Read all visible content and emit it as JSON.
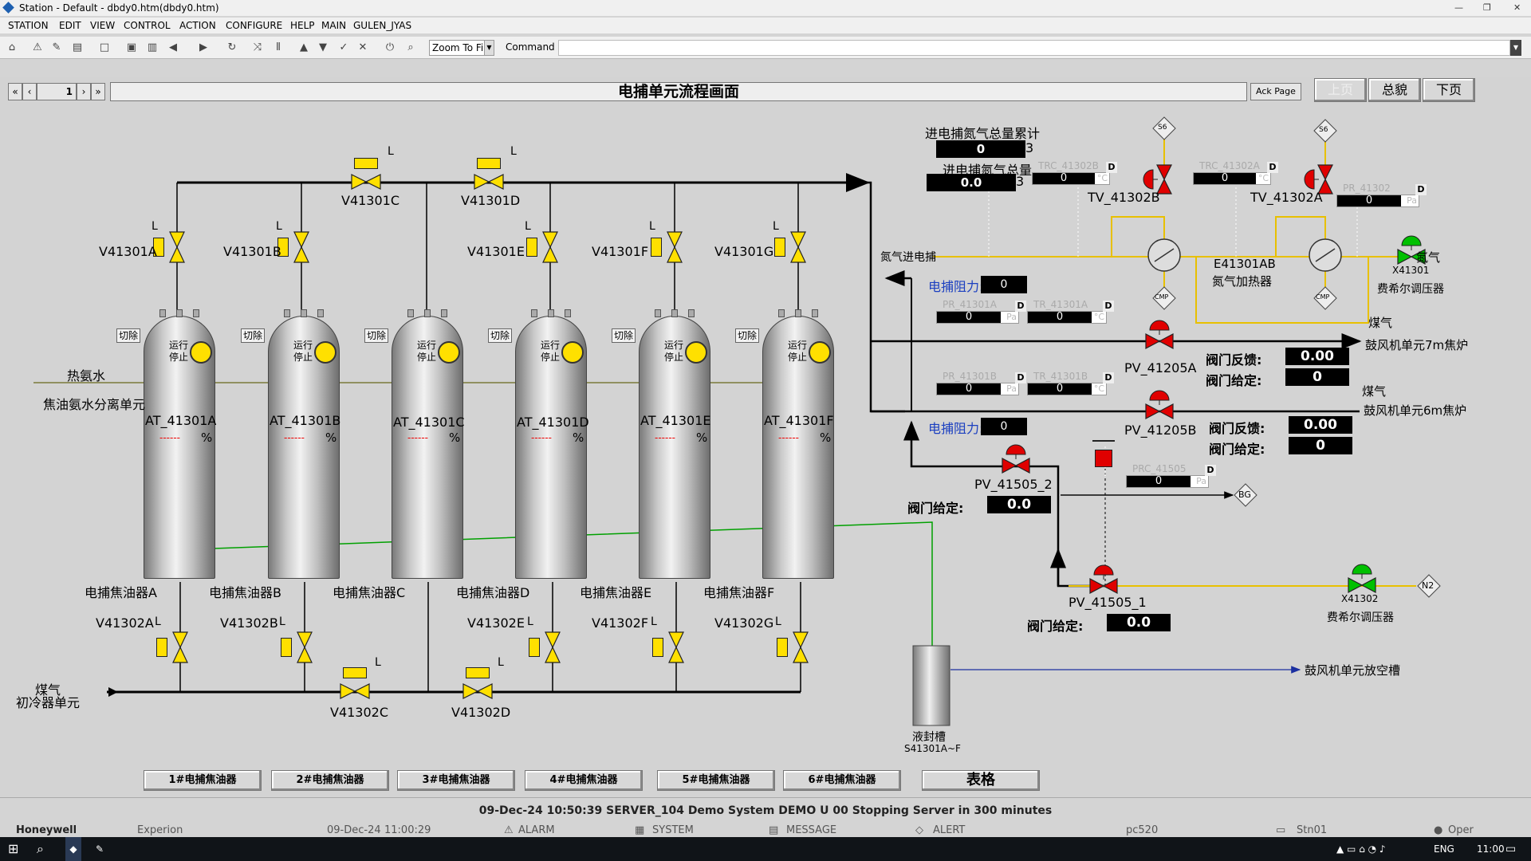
{
  "window": {
    "title": "Station - Default - dbdy0.htm(dbdy0.htm)"
  },
  "menu": [
    "STATION",
    "EDIT",
    "VIEW",
    "CONTROL",
    "ACTION",
    "CONFIGURE",
    "HELP",
    "MAIN",
    "GULEN_JYAS"
  ],
  "toolbar": {
    "zoom": "Zoom To Fi",
    "command_label": "Command"
  },
  "header": {
    "page_number": "1",
    "title": "电捕单元流程画面",
    "ack_page": "Ack Page",
    "prev": "上页",
    "overview": "总貌",
    "next": "下页"
  },
  "vessels": [
    {
      "label": "电捕焦油器A",
      "at": "AT_41301A",
      "cut": "切除",
      "run": "运行",
      "stop": "停止",
      "unit": "%",
      "dash": "------"
    },
    {
      "label": "电捕焦油器B",
      "at": "AT_41301B",
      "cut": "切除",
      "run": "运行",
      "stop": "停止",
      "unit": "%",
      "dash": "------"
    },
    {
      "label": "电捕焦油器C",
      "at": "AT_41301C",
      "cut": "切除",
      "run": "运行",
      "stop": "停止",
      "unit": "%",
      "dash": "------"
    },
    {
      "label": "电捕焦油器D",
      "at": "AT_41301D",
      "cut": "切除",
      "run": "运行",
      "stop": "停止",
      "unit": "%",
      "dash": "------"
    },
    {
      "label": "电捕焦油器E",
      "at": "AT_41301E",
      "cut": "切除",
      "run": "运行",
      "stop": "停止",
      "unit": "%",
      "dash": "------"
    },
    {
      "label": "电捕焦油器F",
      "at": "AT_41301F",
      "cut": "切除",
      "run": "运行",
      "stop": "停止",
      "unit": "%",
      "dash": "------"
    }
  ],
  "valves_top": [
    "V41301A",
    "V41301B",
    "V41301C",
    "V41301D",
    "V41301E",
    "V41301F",
    "V41301G"
  ],
  "valves_bottom": [
    "V41302A",
    "V41302B",
    "V41302C",
    "V41302D",
    "V41302E",
    "V41302F",
    "V41302G"
  ],
  "valve_mode": "L",
  "labels": {
    "hot_ammonia": "热氨水",
    "tar_sep": "焦油氨水分离单元",
    "coal_gas_in_1": "煤气",
    "coal_gas_in_2": "初冷器单元",
    "n2_total_acc": "进电捕氮气总量累计",
    "n2_total": "进电捕氮气总量",
    "n2_to_ep": "氮气进电捕",
    "ep_res": "电捕阻力:",
    "heater_tag": "E41301AB",
    "heater_name": "氮气加热器",
    "nitrogen": "氮气",
    "fisher1": "X41301",
    "fisher_name": "费希尔调压器",
    "fisher2": "X41302",
    "coal_gas": "煤气",
    "to_7m": "鼓风机单元7m焦炉",
    "to_6m": "鼓风机单元6m焦炉",
    "fb": "阀门反馈:",
    "sp": "阀门给定:",
    "to_tank": "鼓风机单元放空槽",
    "seal_tank": "液封槽",
    "seal_tag": "S41301A~F",
    "s6": "S6",
    "cmp": "CMP",
    "bg": "BG",
    "n2": "N2",
    "digit3": "3"
  },
  "values": {
    "n2_total_acc": "0",
    "n2_total": "0.0",
    "trc_b": {
      "name": "TRC_41302B",
      "val": "0",
      "unit": "°C",
      "d": "D"
    },
    "trc_a": {
      "name": "TRC_41302A",
      "val": "0",
      "unit": "°C",
      "d": "D"
    },
    "pr_41302": {
      "name": "PR_41302",
      "val": "0",
      "unit": "Pa",
      "d": "D"
    },
    "pr_41301a": {
      "name": "PR_41301A",
      "val": "0",
      "unit": "Pa",
      "d": "D"
    },
    "tr_41301a": {
      "name": "TR_41301A",
      "val": "0",
      "unit": "°C",
      "d": "D"
    },
    "pr_41301b": {
      "name": "PR_41301B",
      "val": "0",
      "unit": "Pa",
      "d": "D"
    },
    "tr_41301b": {
      "name": "TR_41301B",
      "val": "0",
      "unit": "°C",
      "d": "D"
    },
    "prc_41505": {
      "name": "PRC_41505",
      "val": "0",
      "unit": "Pa",
      "d": "D"
    },
    "res1": "0",
    "res2": "0",
    "pv_41205a_fb": "0.00",
    "pv_41205a_sp": "0",
    "pv_41205b_fb": "0.00",
    "pv_41205b_sp": "0",
    "pv_41505_2_sp": "0.0",
    "pv_41505_1_sp": "0.0"
  },
  "valve_tags": {
    "tv_b": "TV_41302B",
    "tv_a": "TV_41302A",
    "pv_a": "PV_41205A",
    "pv_b": "PV_41205B",
    "pv_2": "PV_41505_2",
    "pv_1": "PV_41505_1"
  },
  "bottom_buttons": [
    "1#电捕焦油器",
    "2#电捕焦油器",
    "3#电捕焦油器",
    "4#电捕焦油器",
    "5#电捕焦油器",
    "6#电捕焦油器",
    "表格"
  ],
  "status": {
    "server_line": "09-Dec-24  10:50:39  SERVER_104   Demo System   DEMO   U 00 Stopping Server in 300 minutes",
    "brand": "Honeywell",
    "experion": "Experion",
    "date": "09-Dec-24",
    "time": "11:00:29",
    "alarm": "ALARM",
    "system": "SYSTEM",
    "message": "MESSAGE",
    "alert": "ALERT",
    "node": "pc520",
    "station": "Stn01",
    "oper": "Oper"
  },
  "taskbar": {
    "lang": "ENG",
    "clock": "11:00"
  },
  "colors": {
    "valve_yellow": "#ffe000",
    "valve_red": "#e00000",
    "valve_green": "#00c000",
    "pipe": "#000000",
    "n2_line": "#e8c000",
    "process_line": "#7a7a3a",
    "drain_line": "#00a000"
  }
}
